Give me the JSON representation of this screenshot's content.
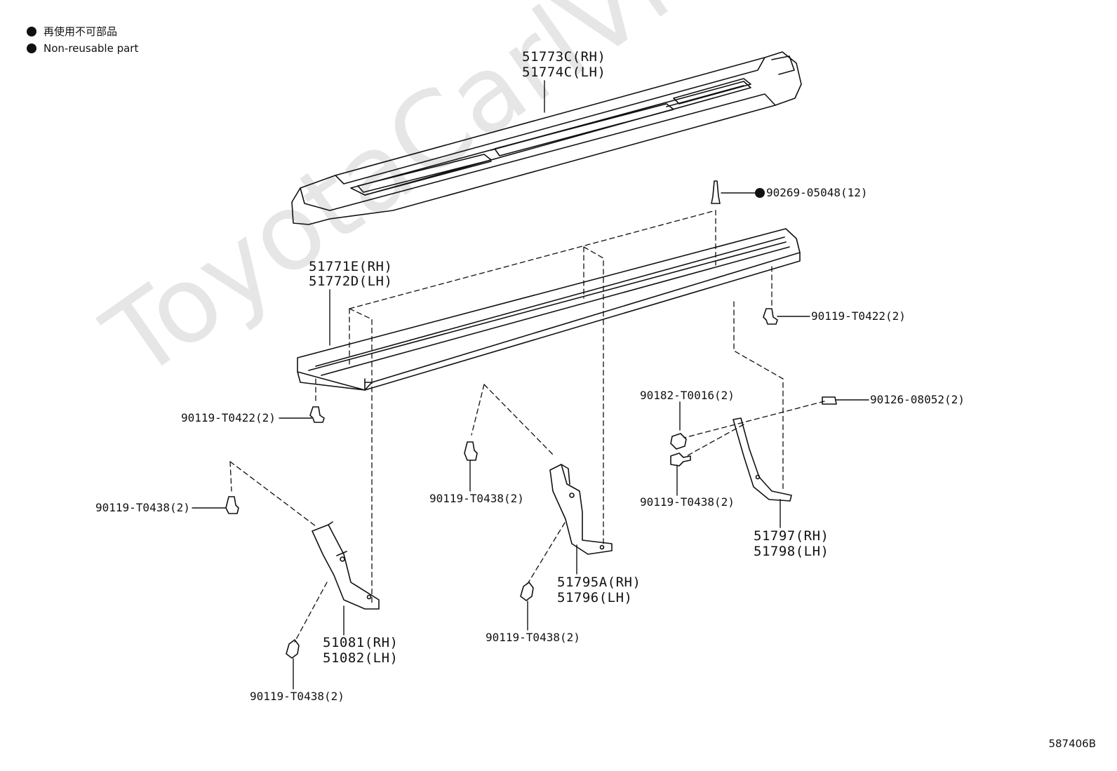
{
  "legend": {
    "jp": "再使用不可部品",
    "en": "Non-reusable part"
  },
  "watermark": "ToyotaCarlVhe.ru",
  "diagram_code": "587406B",
  "parts": {
    "step_cover_rh": "51773C(RH)",
    "step_cover_lh": "51774C(LH)",
    "clip": "90269-05048(12)",
    "step_rh": "51771E(RH)",
    "step_lh": "51772D(LH)",
    "bolt_right": "90119-T0422(2)",
    "bolt_left": "90119-T0422(2)",
    "nut": "90182-T0016(2)",
    "stud": "90126-08052(2)",
    "bolt_mid_upper": "90119-T0438(2)",
    "bolt_left_upper": "90119-T0438(2)",
    "bolt_right_mid": "90119-T0438(2)",
    "bracket_rear_rh": "51797(RH)",
    "bracket_rear_lh": "51798(LH)",
    "bracket_center_rh": "51795A(RH)",
    "bracket_center_lh": "51796(LH)",
    "bracket_front_rh": "51081(RH)",
    "bracket_front_lh": "51082(LH)",
    "bolt_mid_lower": "90119-T0438(2)",
    "bolt_left_lower": "90119-T0438(2)"
  },
  "colors": {
    "line": "#111111",
    "watermark": "#e6e6e6"
  }
}
